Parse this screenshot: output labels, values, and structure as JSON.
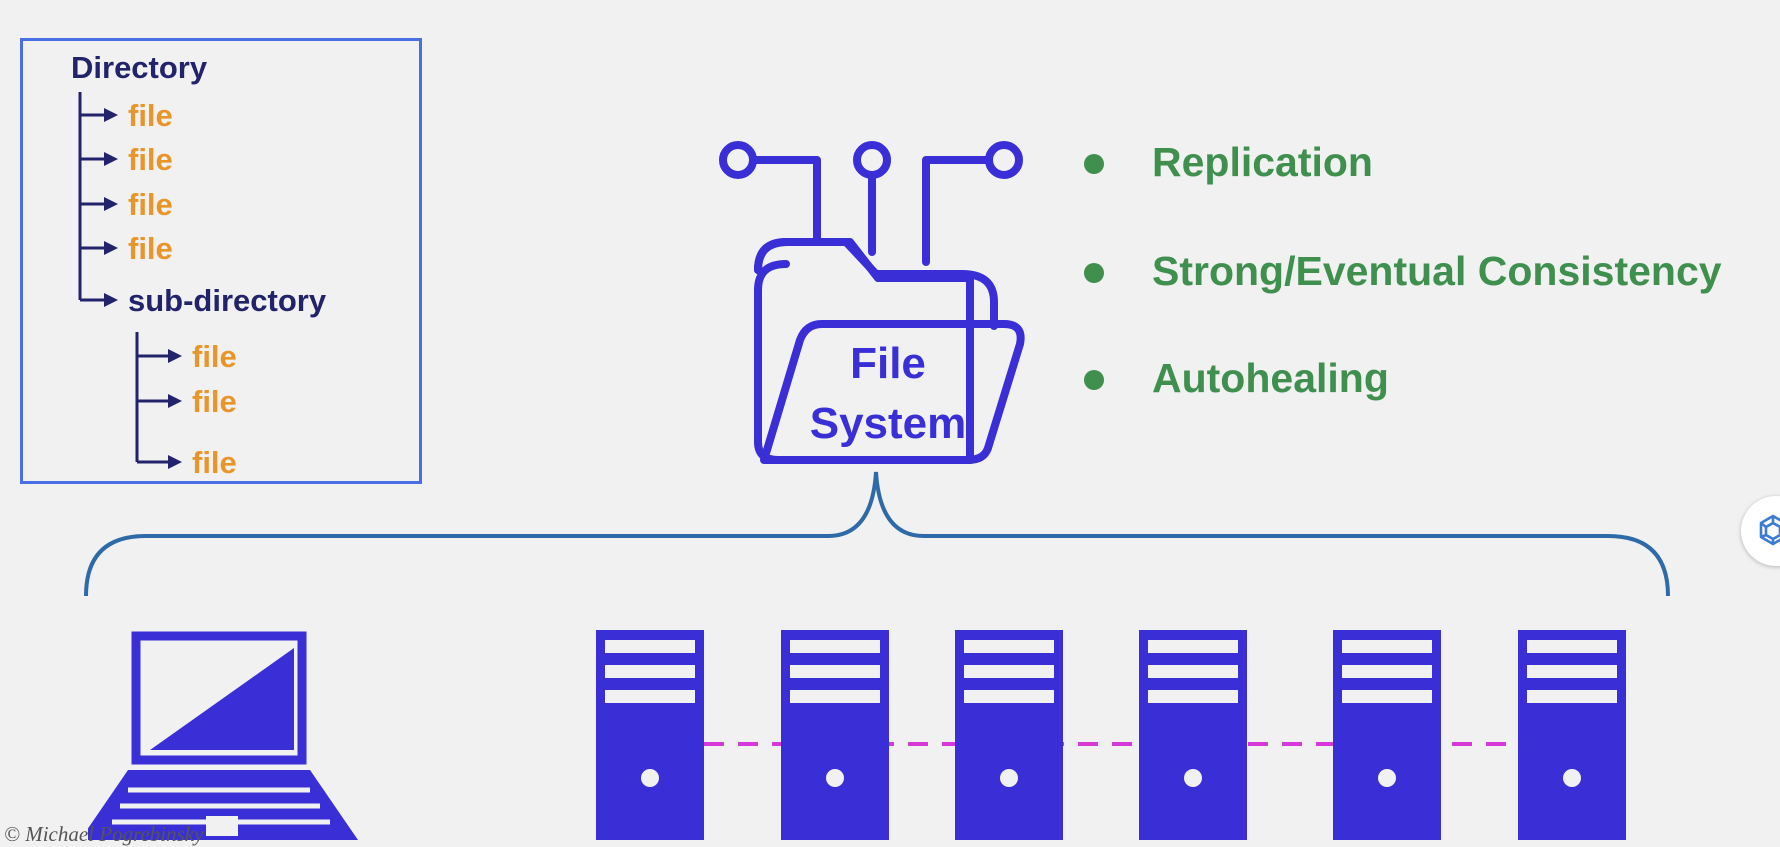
{
  "tree": {
    "root": "Directory",
    "files": [
      "file",
      "file",
      "file",
      "file"
    ],
    "subdir": "sub-directory",
    "subfiles": [
      "file",
      "file",
      "file"
    ]
  },
  "file_system": {
    "line1": "File",
    "line2": "System"
  },
  "features": [
    "Replication",
    "Strong/Eventual Consistency",
    "Autohealing"
  ],
  "copyright": "© Michael Pogrebinsky",
  "colors": {
    "primary": "#3a2fd6",
    "green": "#3f8f4f",
    "orange": "#e8962a",
    "navy": "#23236b",
    "box_border": "#4a6fe3",
    "brace": "#2f6aa8",
    "dash": "#d63ad6"
  },
  "icons": [
    "laptop-icon",
    "server-icon",
    "folder-icon",
    "circuit-icon",
    "openai-icon"
  ]
}
